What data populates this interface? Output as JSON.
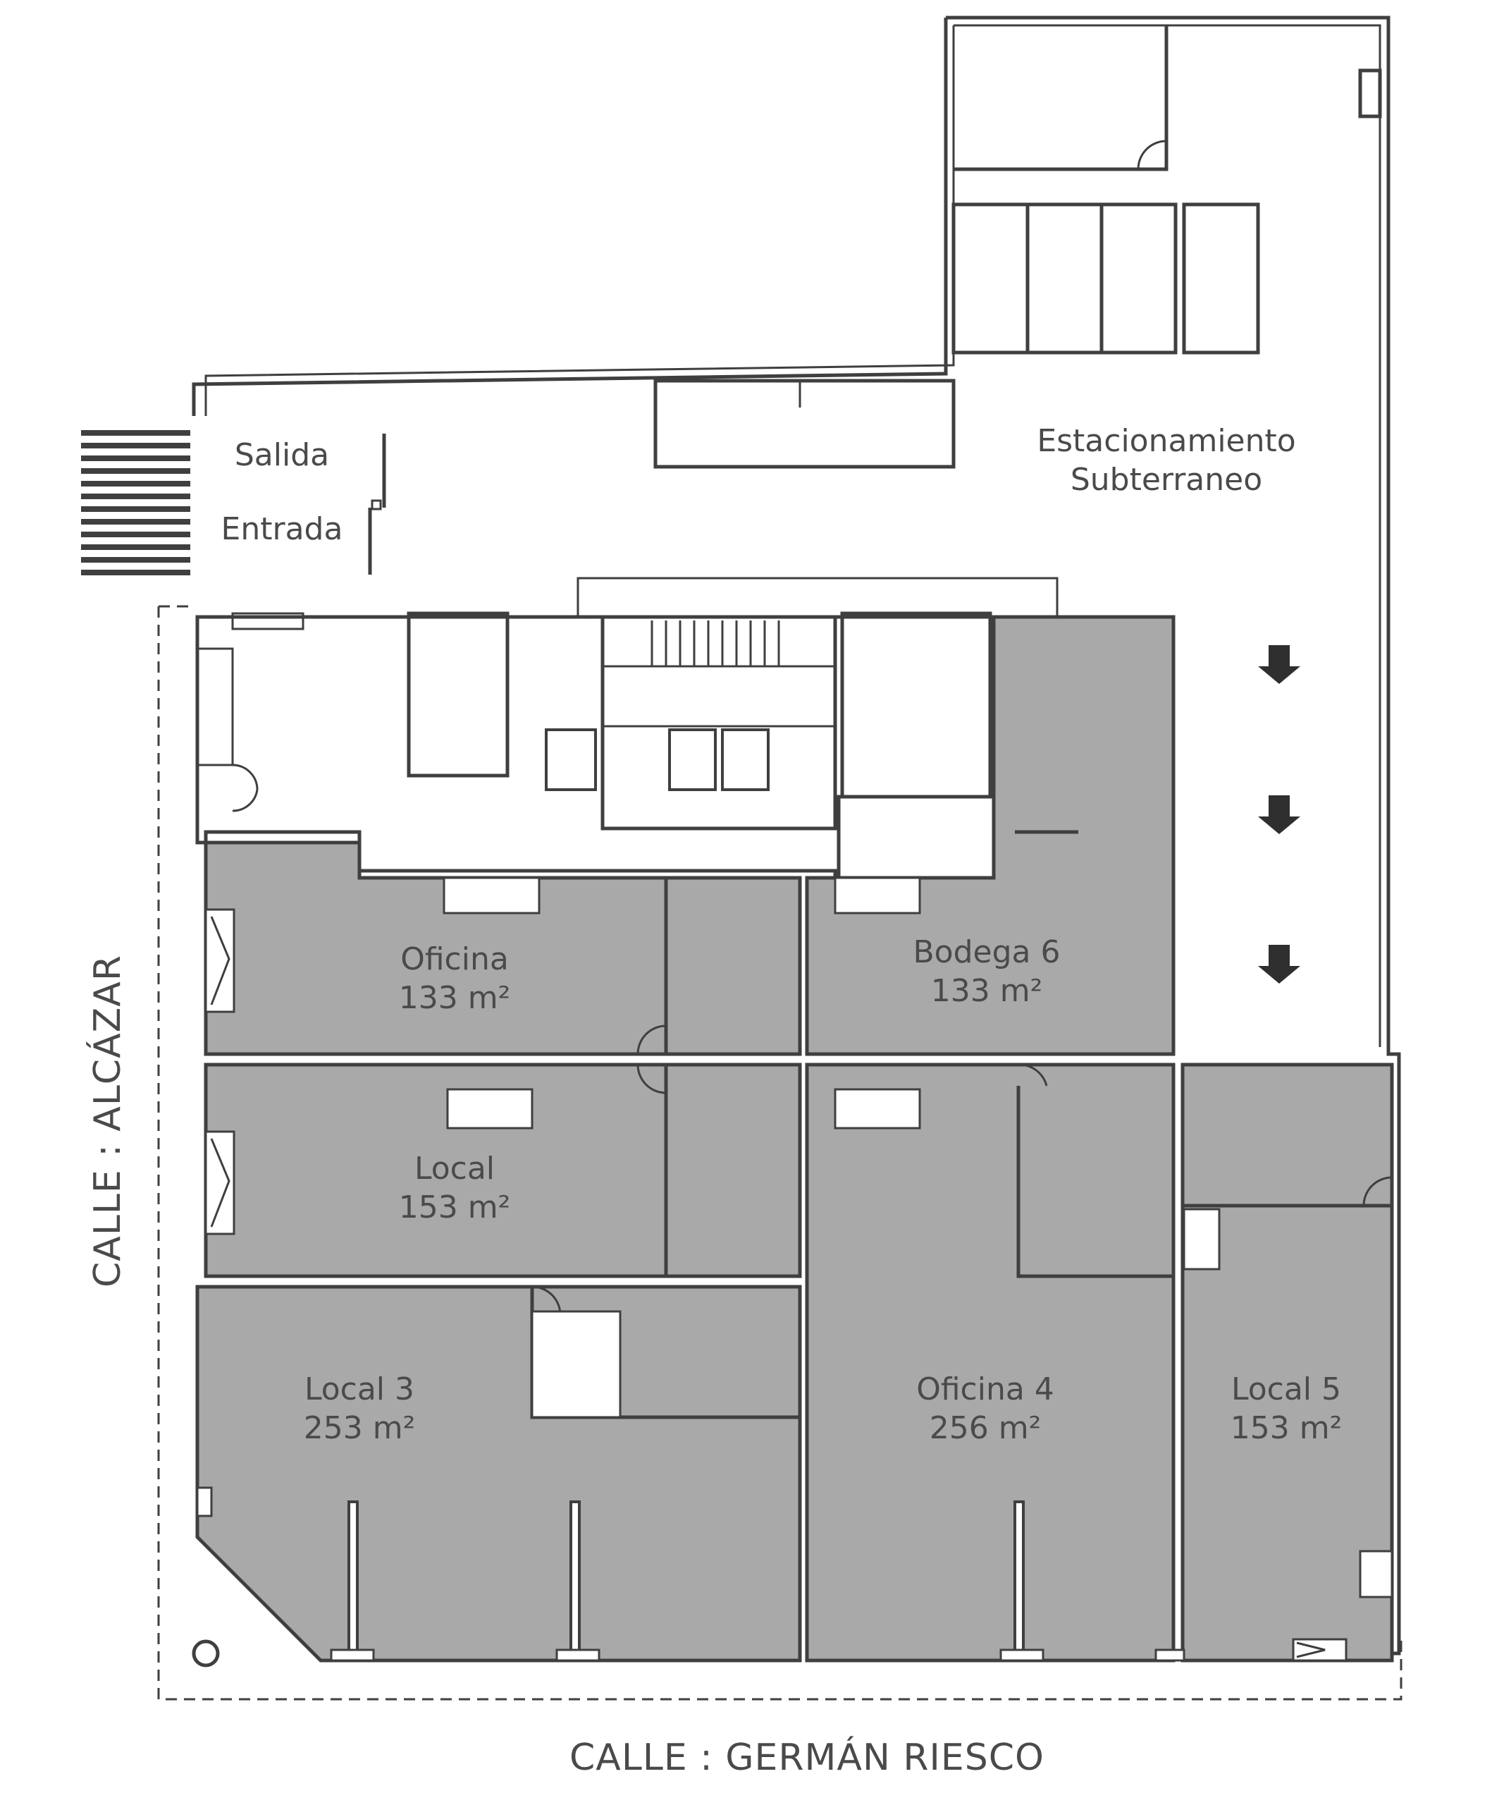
{
  "streets": {
    "left": "CALLE : ALCÁZAR",
    "bottom": "CALLE : GERMÁN RIESCO"
  },
  "labels": {
    "exit": "Salida",
    "entrance": "Entrada",
    "parking_line1": "Estacionamiento",
    "parking_line2": "Subterraneo"
  },
  "units": [
    {
      "name": "Oficina",
      "area": "133 m²"
    },
    {
      "name": "Bodega 6",
      "area": "133 m²"
    },
    {
      "name": "Local",
      "area": "153 m²"
    },
    {
      "name": "Local 3",
      "area": "253 m²"
    },
    {
      "name": "Oficina 4",
      "area": "256 m²"
    },
    {
      "name": "Local 5",
      "area": "153 m²"
    }
  ],
  "colors": {
    "unit_fill": "#a9a9a9",
    "wall": "#3f3f3f",
    "text": "#4a4a4a"
  },
  "icons": [
    "down-arrow-icon",
    "ramp-stripes-icon",
    "elevator-icon",
    "toilet-icon",
    "stair-icon",
    "column-icon"
  ]
}
